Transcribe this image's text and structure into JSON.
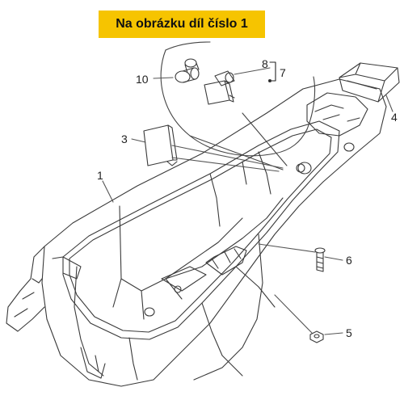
{
  "banner": {
    "text": "Na obrázku díl číslo 1",
    "color": "#f6c400"
  },
  "part_labels": [
    "10",
    "8",
    "7",
    "4",
    "3",
    "1",
    "6",
    "5"
  ],
  "colors": {
    "line": "#3a3a3a",
    "leader": "#555555",
    "background": "#ffffff"
  }
}
